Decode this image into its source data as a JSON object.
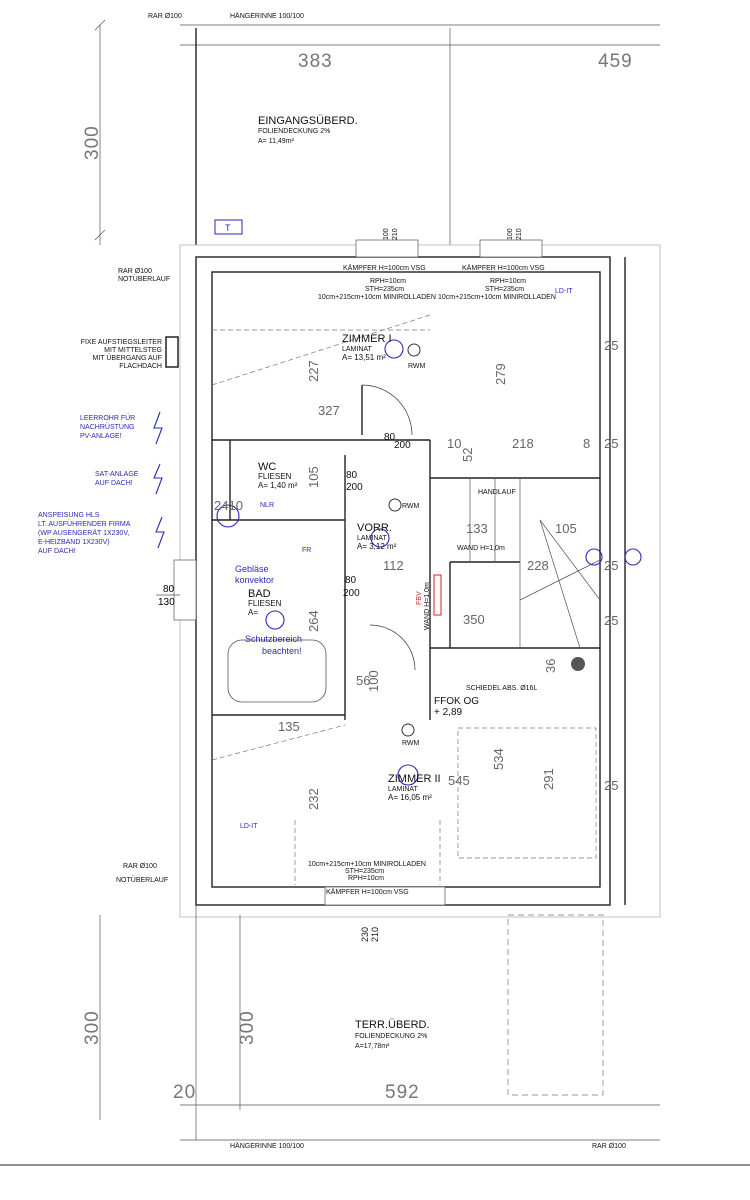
{
  "top": {
    "rar": "RAR Ø100",
    "gutter": "HÄNGERINNE 100/100",
    "dim_left": "383",
    "dim_right": "459",
    "dim_height": "300",
    "canopy": {
      "title": "EINGANGSÜBERD.",
      "cover": "FOLIENDECKUNG 2%",
      "area": "A= 11,49m²"
    },
    "marker": "T",
    "win1": [
      "100",
      "210"
    ],
    "win2": [
      "100",
      "210"
    ]
  },
  "left_notes": {
    "rar": "RAR Ø100",
    "overflow": "NOTÜBERLAUF",
    "ladder": [
      "FIXE AUFSTIEGSLEITER",
      "MIT MITTELSTEG",
      "MIT ÜBERGANG AUF",
      "FLACHDACH"
    ],
    "pv": [
      "LEERROHR FÜR",
      "NACHRÜSTUNG",
      "PV-ANLAGE!"
    ],
    "sat": [
      "SAT-ANLAGE",
      "AUF DACH!"
    ],
    "hls": [
      "ANSPEISUNG HLS",
      "LT. AUSFÜHRENDER FIRMA",
      "(WP AUSENGERÄT 1X230V,",
      "E-HEIZBAND 1X230V)",
      "AUF DACH!"
    ],
    "win": [
      "80",
      "130"
    ],
    "rar2": "RAR Ø100",
    "overflow2": "NOTÜBERLAUF"
  },
  "rooms": {
    "zimmer1": {
      "name": "ZIMMER I",
      "floor": "LAMINAT",
      "area": "A= 13,51 m²"
    },
    "wc": {
      "name": "WC",
      "floor": "FLIESEN",
      "area": "A= 1,40 m²"
    },
    "vorr": {
      "name": "VORR.",
      "floor": "LAMINAT",
      "area": "A= 3,12 m²"
    },
    "bad": {
      "name": "BAD",
      "floor": "FLIESEN",
      "area": "A="
    },
    "zimmer2": {
      "name": "ZIMMER II",
      "floor": "LAMINAT",
      "area": "A= 16,05 m²"
    }
  },
  "annotations": {
    "kaempfer": "KÄMPFER H=100cm VSG",
    "rph": "RPH=10cm",
    "sth": "STH=235cm",
    "rollladen": "10cm+215cm+10cm MINIROLLADEN",
    "rwm": "RWM",
    "ldit": "LD-IT",
    "handlauf": "HANDLAUF",
    "wand": "WAND H=1,0m",
    "wand_v": "WAND H=1,0m",
    "fbv": "FBV",
    "nlr": "NLR",
    "fr": "FR",
    "geblaese": "Gebläse",
    "konvektor": "konvektor",
    "schutz1": "Schutzbereich",
    "schutz2": "beachten!",
    "schiedel": "SCHIEDEL ABS. Ø16L",
    "ffok": "FFOK OG",
    "ffok_val": "+ 2,89"
  },
  "dims": {
    "d227": "227",
    "d279": "279",
    "d327": "327",
    "d218": "218",
    "d8": "8",
    "d25": "25",
    "d10": "10",
    "d52": "52",
    "d80": "80",
    "d200": "200",
    "d105": "105",
    "d133": "133",
    "d112": "112",
    "d228": "228",
    "d350": "350",
    "d264": "264",
    "d56": "56",
    "d100": "100",
    "d35": "135",
    "d545": "545",
    "d534": "534",
    "d291": "291",
    "d232": "232",
    "d36": "36",
    "d230": "230",
    "d210": "210",
    "d2410": "2410"
  },
  "bottom": {
    "canopy": {
      "title": "TERR.ÜBERD.",
      "cover": "FOLIENDECKUNG 2%",
      "area": "A=17,78m²"
    },
    "dim_height": "300",
    "dim_height2": "300",
    "dim_20": "20",
    "dim_592": "592",
    "gutter": "HÄNGERINNE 100/100",
    "rar": "RAR Ø100"
  }
}
